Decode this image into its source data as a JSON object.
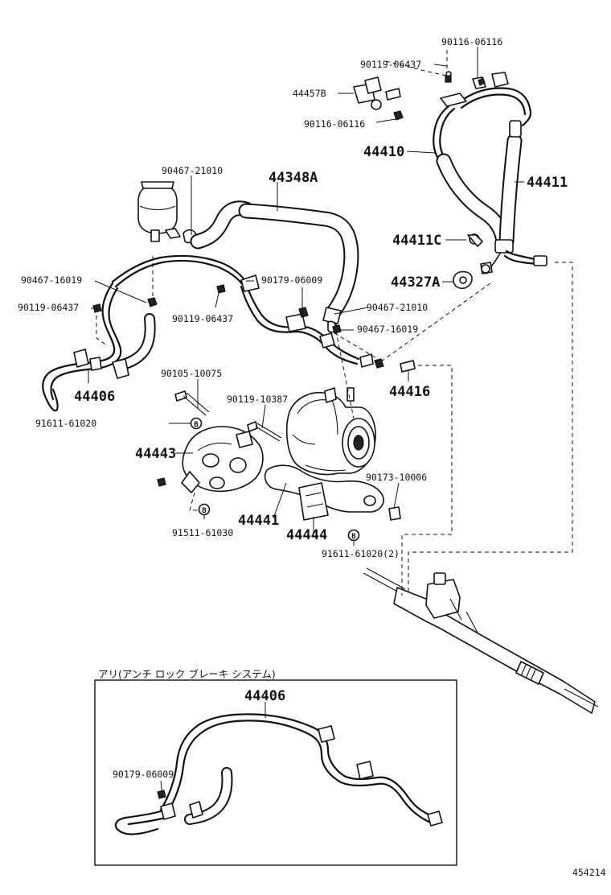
{
  "diagram_id": "454214",
  "parts": {
    "p_90116_06116_top": "90116-06116",
    "p_90119_06437_top": "90119-06437",
    "p_44457B": "44457B",
    "p_90116_06116_mid": "90116-06116",
    "p_44410": "44410",
    "p_44411": "44411",
    "p_90467_21010_top": "90467-21010",
    "p_44348A": "44348A",
    "p_44411C": "44411C",
    "p_44327A": "44327A",
    "p_90467_16019_left": "90467-16019",
    "p_90179_06009": "90179-06009",
    "p_90119_06437_left": "90119-06437",
    "p_90119_06437_mid": "90119-06437",
    "p_90467_21010_mid": "90467-21010",
    "p_90467_16019_right": "90467-16019",
    "p_44406": "44406",
    "p_44416": "44416",
    "p_90105_10075": "90105-10075",
    "p_90119_10387": "90119-10387",
    "p_91611_61020": "91611-61020",
    "p_44443": "44443",
    "p_90173_10006": "90173-10006",
    "p_44441": "44441",
    "p_44444": "44444",
    "p_91511_61030": "91511-61030",
    "p_91611_61020_2": "91611-61020(2)"
  },
  "inset": {
    "title": "アリ(アンチ ロック ブレーキ システム)",
    "part_44406": "44406",
    "part_90179_06009": "90179-06009"
  },
  "bolt_marker": "B"
}
